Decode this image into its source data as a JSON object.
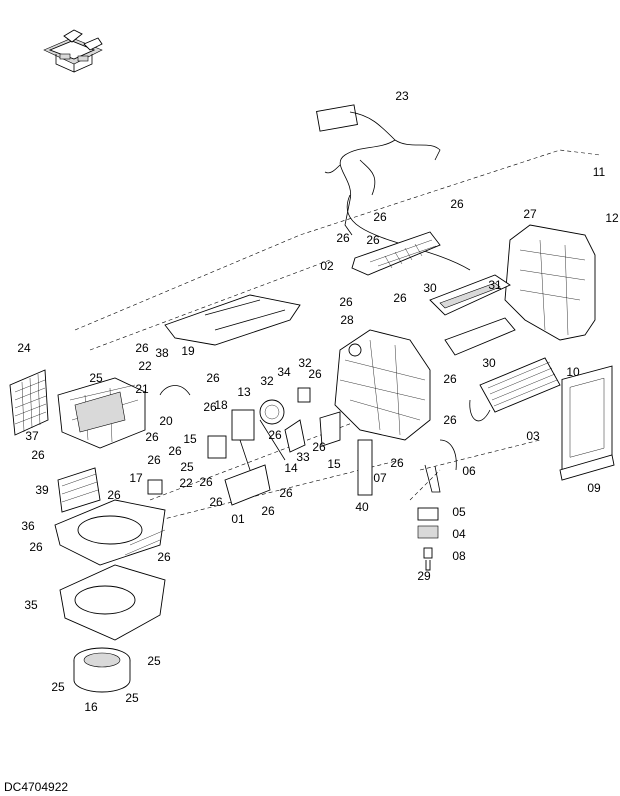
{
  "document_id": "DC4704922",
  "callouts": [
    {
      "label": "23"
    },
    {
      "label": "11"
    },
    {
      "label": "26"
    },
    {
      "label": "26"
    },
    {
      "label": "12"
    },
    {
      "label": "27"
    },
    {
      "label": "26"
    },
    {
      "label": "26"
    },
    {
      "label": "02"
    },
    {
      "label": "30"
    },
    {
      "label": "31"
    },
    {
      "label": "26"
    },
    {
      "label": "26"
    },
    {
      "label": "28"
    },
    {
      "label": "24"
    },
    {
      "label": "26"
    },
    {
      "label": "38"
    },
    {
      "label": "22"
    },
    {
      "label": "19"
    },
    {
      "label": "32"
    },
    {
      "label": "30"
    },
    {
      "label": "25"
    },
    {
      "label": "26"
    },
    {
      "label": "26"
    },
    {
      "label": "10"
    },
    {
      "label": "21"
    },
    {
      "label": "32"
    },
    {
      "label": "34"
    },
    {
      "label": "26"
    },
    {
      "label": "13"
    },
    {
      "label": "18"
    },
    {
      "label": "20"
    },
    {
      "label": "26"
    },
    {
      "label": "26"
    },
    {
      "label": "37"
    },
    {
      "label": "26"
    },
    {
      "label": "26"
    },
    {
      "label": "03"
    },
    {
      "label": "15"
    },
    {
      "label": "26"
    },
    {
      "label": "33"
    },
    {
      "label": "26"
    },
    {
      "label": "26"
    },
    {
      "label": "06"
    },
    {
      "label": "14"
    },
    {
      "label": "15"
    },
    {
      "label": "26"
    },
    {
      "label": "26"
    },
    {
      "label": "25"
    },
    {
      "label": "17"
    },
    {
      "label": "22"
    },
    {
      "label": "26"
    },
    {
      "label": "07"
    },
    {
      "label": "09"
    },
    {
      "label": "39"
    },
    {
      "label": "26"
    },
    {
      "label": "26"
    },
    {
      "label": "26"
    },
    {
      "label": "26"
    },
    {
      "label": "40"
    },
    {
      "label": "05"
    },
    {
      "label": "01"
    },
    {
      "label": "36"
    },
    {
      "label": "04"
    },
    {
      "label": "26"
    },
    {
      "label": "26"
    },
    {
      "label": "08"
    },
    {
      "label": "29"
    },
    {
      "label": "35"
    },
    {
      "label": "25"
    },
    {
      "label": "25"
    },
    {
      "label": "25"
    },
    {
      "label": "16"
    }
  ]
}
